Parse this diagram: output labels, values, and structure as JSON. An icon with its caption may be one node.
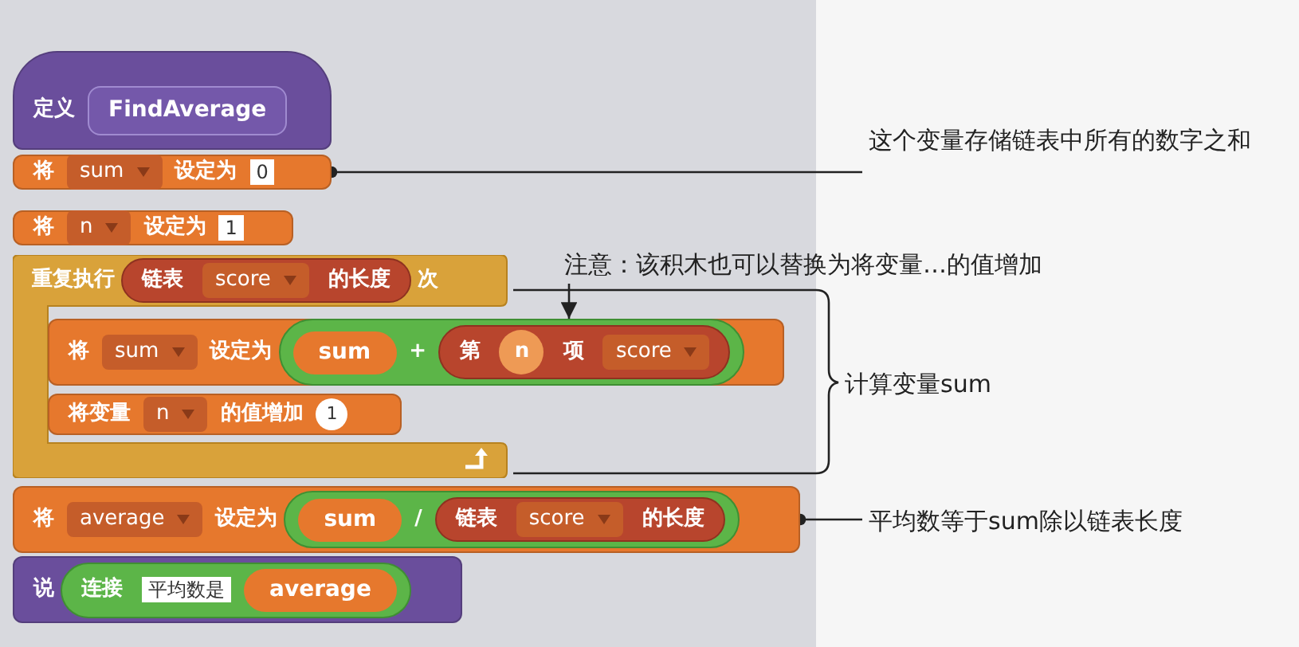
{
  "diagram": {
    "nodes": [
      {
        "text": [
          "定义",
          "FindAverage"
        ]
      },
      {
        "text": [
          "将",
          "sum",
          "设定为",
          "0"
        ]
      },
      {
        "text": [
          "将",
          "n",
          "设定为",
          "1"
        ]
      },
      {
        "text": [
          "重复执行",
          "链表",
          "score",
          "的长度",
          "次"
        ]
      },
      {
        "text": [
          "将",
          "sum",
          "设定为",
          "sum",
          "+",
          "第",
          "n",
          "项",
          "score"
        ]
      },
      {
        "text": [
          "将变量",
          "n",
          "的值增加",
          "1"
        ],
        "in": 3
      },
      {
        "text": [
          "将",
          "average",
          "设定为",
          "sum",
          "/",
          "链表",
          "score",
          "的长度"
        ]
      },
      {
        "text": [
          "说",
          "连接",
          "平均数是",
          "average"
        ]
      },
      {
        "text": [
          "这个变量存储链表中所有的数字之和"
        ]
      },
      {
        "text": [
          "注意：该积木也可以替换为将变量…的值增加"
        ]
      },
      {
        "text": [
          "平均数等于sum除以链表长度"
        ]
      }
    ],
    "edges": [
      {
        "from": 8,
        "to": 1,
        "arrow": "other"
      },
      {
        "from": 9,
        "to": 4,
        "arrow": "to"
      },
      {
        "from": 10,
        "to": 6,
        "arrow": "other"
      }
    ],
    "labels": [
      "计算变量sum"
    ]
  }
}
